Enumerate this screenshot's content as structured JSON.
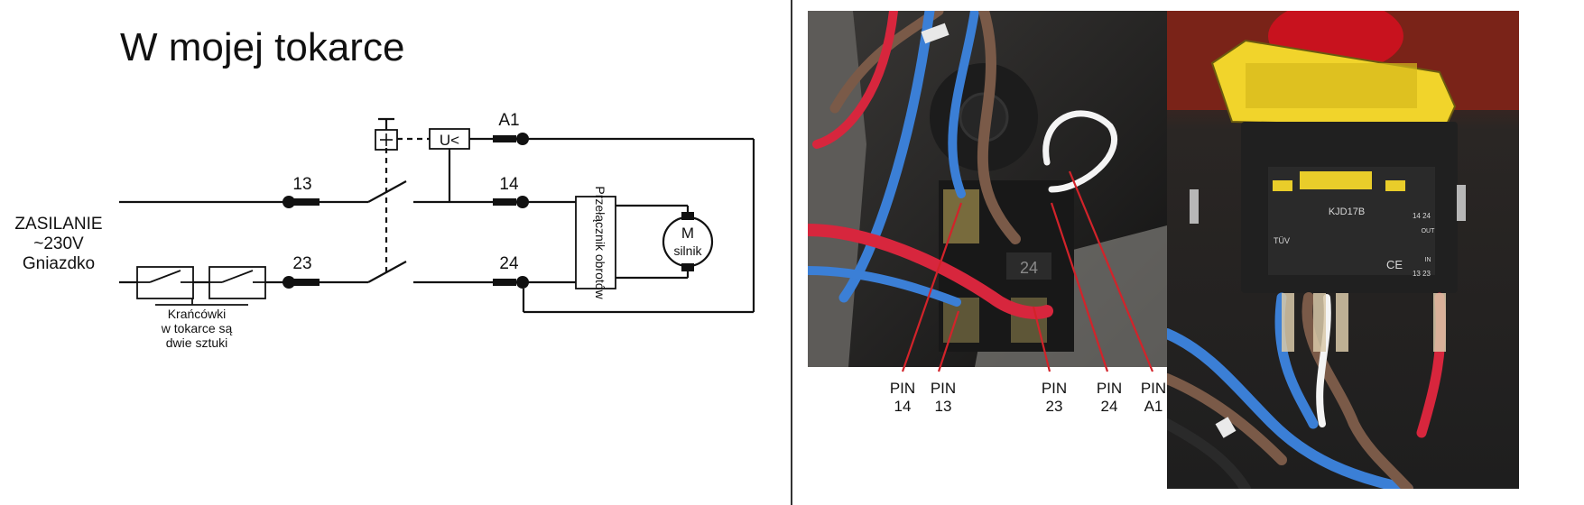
{
  "schematic": {
    "title": "W mojej tokarce",
    "power_label_1": "ZASILANIE",
    "power_label_2": "~230V",
    "power_label_3": "Gniazdko",
    "terminals": {
      "a1": "A1",
      "t13": "13",
      "t14": "14",
      "t23": "23",
      "t24": "24"
    },
    "undervoltage_relay": "U<",
    "speed_switch": "Przełącznik obrotów",
    "motor_m": "M",
    "motor_name": "silnik",
    "limit_caption_1": "Krańcówki",
    "limit_caption_2": "w tokarce są",
    "limit_caption_3": "dwie sztuki"
  },
  "photos": {
    "pin_labels": [
      {
        "pin": "PIN",
        "num": "14"
      },
      {
        "pin": "PIN",
        "num": "13"
      },
      {
        "pin": "PIN",
        "num": "23"
      },
      {
        "pin": "PIN",
        "num": "24"
      },
      {
        "pin": "PIN",
        "num": "A1"
      }
    ],
    "switch_terminal_24": "24",
    "switch_model": "KJD17B",
    "switch_out": "OUT",
    "switch_in": "IN",
    "switch_pins_top": "14 24",
    "switch_pins_bottom": "13 23",
    "switch_ce": "CE",
    "switch_tuv": "TÜV"
  },
  "colors": {
    "wire_blue": "#3b7fd6",
    "wire_brown": "#7a5a48",
    "wire_red": "#d7263d",
    "wire_white": "#f4f4f4",
    "pointer_red": "#d2232a",
    "switch_yellow": "#f1d42b",
    "stop_button_red": "#c8121e"
  }
}
